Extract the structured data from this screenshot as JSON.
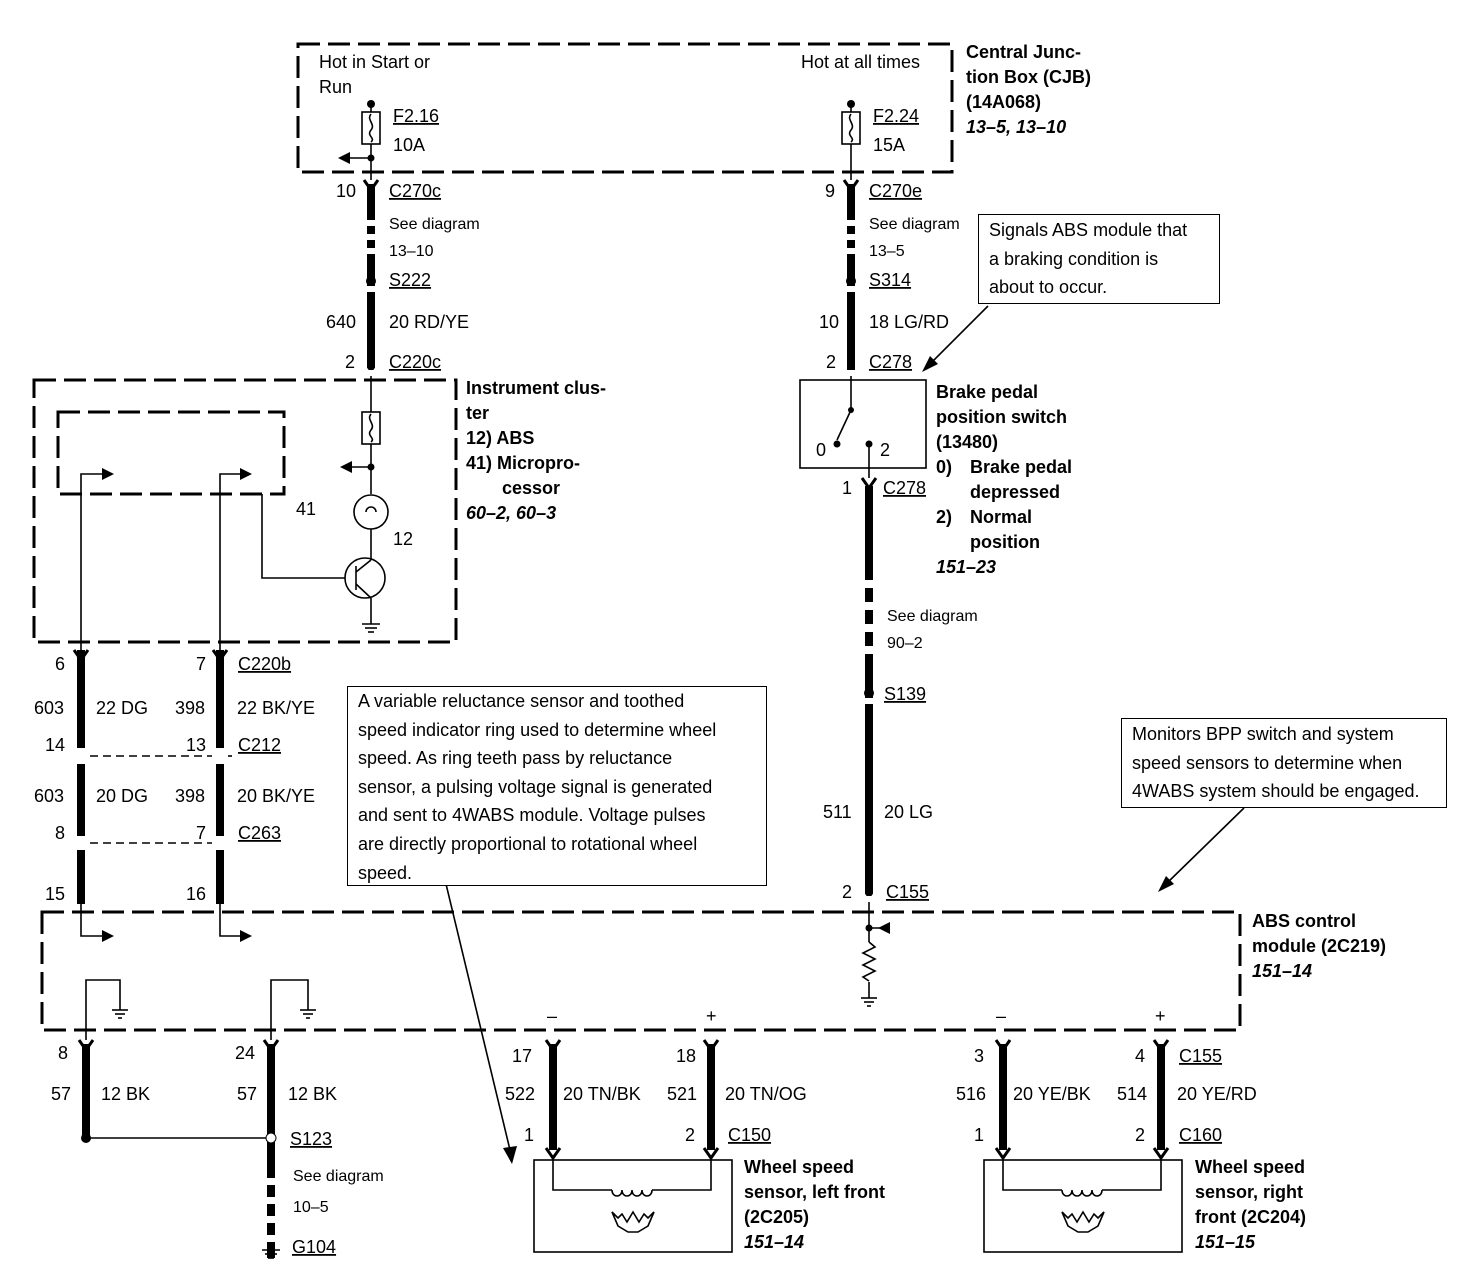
{
  "cjb": {
    "hot_start_run_l1": "Hot in Start or",
    "hot_start_run_l2": "Run",
    "hot_all_times": "Hot at all times",
    "title_l1": "Central Junc-",
    "title_l2": "tion Box (CJB)",
    "title_l3": "(14A068)",
    "ref": "13–5, 13–10",
    "fuse1_id": "F2.16",
    "fuse1_amp": "10A",
    "fuse2_id": "F2.24",
    "fuse2_amp": "15A"
  },
  "left_run": {
    "pin10": "10",
    "c270c": "C270c",
    "see_diagram": "See diagram",
    "see_ref": "13–10",
    "s222": "S222",
    "circuit": "640",
    "wire": "20 RD/YE",
    "pin2": "2",
    "c220c": "C220c"
  },
  "right_run": {
    "pin9": "9",
    "c270e": "C270e",
    "see_diagram": "See diagram",
    "see_ref": "13–5",
    "s314": "S314",
    "circuit": "10",
    "wire": "18 LG/RD",
    "pin2": "2",
    "c278": "C278",
    "pin1": "1",
    "c278b": "C278",
    "see_diagram2": "See diagram",
    "see_ref2": "90–2",
    "s139": "S139",
    "circuit2": "511",
    "wire2": "20 LG",
    "pin2b": "2",
    "c155": "C155"
  },
  "note_brake": {
    "l1": "Signals ABS module that",
    "l2": "a braking condition is",
    "l3": "about to occur."
  },
  "bpp": {
    "title_l1": "Brake pedal",
    "title_l2": "position switch",
    "title_l3": "(13480)",
    "item0_num": "0)",
    "item0_l1": "Brake pedal",
    "item0_l2": "depressed",
    "item2_num": "2)",
    "item2_l1": "Normal",
    "item2_l2": "position",
    "ref": "151–23",
    "pos0": "0",
    "pos2": "2"
  },
  "cluster": {
    "title_l1": "Instrument clus-",
    "title_l2": "ter",
    "item12": "12)  ABS",
    "item41_l1": "41)  Micropro-",
    "item41_l2": "cessor",
    "ref": "60–2, 60–3",
    "label41": "41",
    "label12": "12"
  },
  "mid": {
    "pin6": "6",
    "pin7": "7",
    "c220b": "C220b",
    "c603a": "603",
    "w22dg": "22 DG",
    "c398a": "398",
    "w22bkye": "22 BK/YE",
    "pin14": "14",
    "pin13": "13",
    "c212": "C212",
    "c603b": "603",
    "w20dg": "20 DG",
    "c398b": "398",
    "w20bkye": "20 BK/YE",
    "pin8": "8",
    "pin7b": "7",
    "c263": "C263",
    "pin15": "15",
    "pin16": "16"
  },
  "note_vrs": {
    "l1": "A variable reluctance sensor and toothed",
    "l2": "speed indicator ring used to determine wheel",
    "l3": "speed. As ring teeth pass by reluctance",
    "l4": "sensor, a pulsing voltage signal is generated",
    "l5": "and sent to 4WABS module. Voltage pulses",
    "l6": "are directly proportional to rotational wheel",
    "l7": "speed."
  },
  "note_monitor": {
    "l1": "Monitors BPP switch and system",
    "l2": "speed sensors to determine when",
    "l3": "4WABS system should be engaged."
  },
  "abs": {
    "title_l1": "ABS control",
    "title_l2": "module (2C219)",
    "ref": "151–14"
  },
  "bottom": {
    "pin8": "8",
    "pin24": "24",
    "c57a": "57",
    "w12bka": "12 BK",
    "c57b": "57",
    "w12bkb": "12 BK",
    "s123": "S123",
    "see_diagram": "See diagram",
    "see_ref": "10–5",
    "g104": "G104",
    "minus": "–",
    "plus": "+",
    "pin17": "17",
    "pin18": "18",
    "c522": "522",
    "w20tnbk": "20 TN/BK",
    "c521": "521",
    "w20tnog": "20 TN/OG",
    "pin1l": "1",
    "pin2l": "2",
    "c150": "C150",
    "pin3": "3",
    "pin4": "4",
    "c155": "C155",
    "c516": "516",
    "w20yebk": "20 YE/BK",
    "c514": "514",
    "w20yerd": "20 YE/RD",
    "pin1r": "1",
    "pin2r": "2",
    "c160": "C160"
  },
  "wss_left": {
    "title_l1": "Wheel speed",
    "title_l2": "sensor, left front",
    "title_l3": "(2C205)",
    "ref": "151–14"
  },
  "wss_right": {
    "title_l1": "Wheel speed",
    "title_l2": "sensor, right",
    "title_l3": "front (2C204)",
    "ref": "151–15"
  }
}
